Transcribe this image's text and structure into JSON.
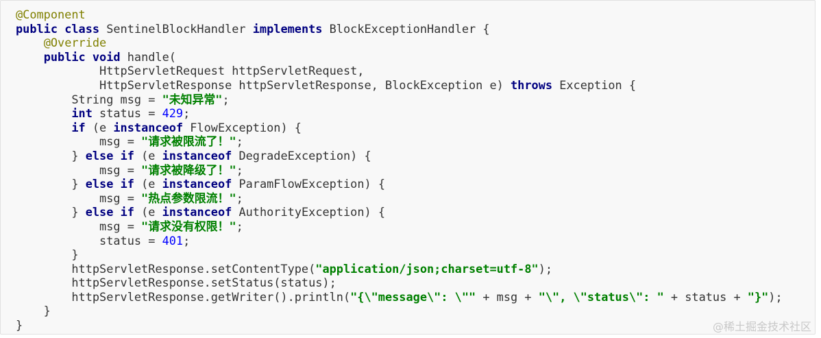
{
  "colors": {
    "background": "#f8f8f8",
    "keyword": "#000080",
    "annotation": "#808000",
    "string": "#008000",
    "number": "#0000ff",
    "text": "#333333",
    "watermark": "#c8c8c8"
  },
  "code": {
    "language": "java",
    "lines": [
      [
        {
          "t": "ann",
          "v": "@Component"
        }
      ],
      [
        {
          "t": "kw",
          "v": "public"
        },
        {
          "t": "plain",
          "v": " "
        },
        {
          "t": "kw",
          "v": "class"
        },
        {
          "t": "plain",
          "v": " SentinelBlockHandler "
        },
        {
          "t": "kw",
          "v": "implements"
        },
        {
          "t": "plain",
          "v": " BlockExceptionHandler {"
        }
      ],
      [
        {
          "t": "plain",
          "v": "    "
        },
        {
          "t": "ann",
          "v": "@Override"
        }
      ],
      [
        {
          "t": "plain",
          "v": "    "
        },
        {
          "t": "kw",
          "v": "public"
        },
        {
          "t": "plain",
          "v": " "
        },
        {
          "t": "kw",
          "v": "void"
        },
        {
          "t": "plain",
          "v": " handle("
        }
      ],
      [
        {
          "t": "plain",
          "v": "            HttpServletRequest httpServletRequest,"
        }
      ],
      [
        {
          "t": "plain",
          "v": "            HttpServletResponse httpServletResponse, BlockException e) "
        },
        {
          "t": "kw",
          "v": "throws"
        },
        {
          "t": "plain",
          "v": " Exception {"
        }
      ],
      [
        {
          "t": "plain",
          "v": "        String msg = "
        },
        {
          "t": "str",
          "v": "\"未知异常\""
        },
        {
          "t": "plain",
          "v": ";"
        }
      ],
      [
        {
          "t": "plain",
          "v": "        "
        },
        {
          "t": "kw",
          "v": "int"
        },
        {
          "t": "plain",
          "v": " status = "
        },
        {
          "t": "num",
          "v": "429"
        },
        {
          "t": "plain",
          "v": ";"
        }
      ],
      [
        {
          "t": "plain",
          "v": "        "
        },
        {
          "t": "kw",
          "v": "if"
        },
        {
          "t": "plain",
          "v": " (e "
        },
        {
          "t": "kw",
          "v": "instanceof"
        },
        {
          "t": "plain",
          "v": " FlowException) {"
        }
      ],
      [
        {
          "t": "plain",
          "v": "            msg = "
        },
        {
          "t": "str",
          "v": "\"请求被限流了！\""
        },
        {
          "t": "plain",
          "v": ";"
        }
      ],
      [
        {
          "t": "plain",
          "v": "        } "
        },
        {
          "t": "kw",
          "v": "else"
        },
        {
          "t": "plain",
          "v": " "
        },
        {
          "t": "kw",
          "v": "if"
        },
        {
          "t": "plain",
          "v": " (e "
        },
        {
          "t": "kw",
          "v": "instanceof"
        },
        {
          "t": "plain",
          "v": " DegradeException) {"
        }
      ],
      [
        {
          "t": "plain",
          "v": "            msg = "
        },
        {
          "t": "str",
          "v": "\"请求被降级了！\""
        },
        {
          "t": "plain",
          "v": ";"
        }
      ],
      [
        {
          "t": "plain",
          "v": "        } "
        },
        {
          "t": "kw",
          "v": "else"
        },
        {
          "t": "plain",
          "v": " "
        },
        {
          "t": "kw",
          "v": "if"
        },
        {
          "t": "plain",
          "v": " (e "
        },
        {
          "t": "kw",
          "v": "instanceof"
        },
        {
          "t": "plain",
          "v": " ParamFlowException) {"
        }
      ],
      [
        {
          "t": "plain",
          "v": "            msg = "
        },
        {
          "t": "str",
          "v": "\"热点参数限流！\""
        },
        {
          "t": "plain",
          "v": ";"
        }
      ],
      [
        {
          "t": "plain",
          "v": "        } "
        },
        {
          "t": "kw",
          "v": "else"
        },
        {
          "t": "plain",
          "v": " "
        },
        {
          "t": "kw",
          "v": "if"
        },
        {
          "t": "plain",
          "v": " (e "
        },
        {
          "t": "kw",
          "v": "instanceof"
        },
        {
          "t": "plain",
          "v": " AuthorityException) {"
        }
      ],
      [
        {
          "t": "plain",
          "v": "            msg = "
        },
        {
          "t": "str",
          "v": "\"请求没有权限！\""
        },
        {
          "t": "plain",
          "v": ";"
        }
      ],
      [
        {
          "t": "plain",
          "v": "            status = "
        },
        {
          "t": "num",
          "v": "401"
        },
        {
          "t": "plain",
          "v": ";"
        }
      ],
      [
        {
          "t": "plain",
          "v": "        }"
        }
      ],
      [
        {
          "t": "plain",
          "v": "        httpServletResponse.setContentType("
        },
        {
          "t": "str",
          "v": "\"application/json;charset=utf-8\""
        },
        {
          "t": "plain",
          "v": ");"
        }
      ],
      [
        {
          "t": "plain",
          "v": "        httpServletResponse.setStatus(status);"
        }
      ],
      [
        {
          "t": "plain",
          "v": "        httpServletResponse.getWriter().println("
        },
        {
          "t": "str",
          "v": "\"{\\\"message\\\": \\\"\""
        },
        {
          "t": "plain",
          "v": " + msg + "
        },
        {
          "t": "str",
          "v": "\"\\\", \\\"status\\\": \""
        },
        {
          "t": "plain",
          "v": " + status + "
        },
        {
          "t": "str",
          "v": "\"}\""
        },
        {
          "t": "plain",
          "v": ");"
        }
      ],
      [
        {
          "t": "plain",
          "v": "    }"
        }
      ],
      [
        {
          "t": "plain",
          "v": "}"
        }
      ]
    ]
  },
  "watermark": {
    "text": "@稀土掘金技术社区"
  }
}
